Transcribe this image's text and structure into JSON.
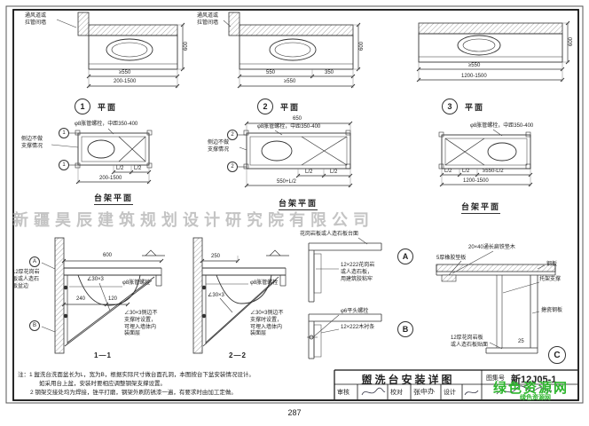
{
  "colors": {
    "line": "#333333",
    "watermark_gray": "#aaaaaa",
    "watermark_green": "#2db52d"
  },
  "page": {
    "number": "287"
  },
  "watermarks": {
    "center": "新疆昊辰建筑规划设计研究院有限公司",
    "green_main": "绿色资源网",
    "green_sub": "绿色资源网"
  },
  "plans": {
    "p1": {
      "wall_label": "通风道或\n拉管间墙",
      "dim_depth": "600",
      "dim_min": "≥550",
      "dim_range": "200-1500",
      "num": "1",
      "title": "平面"
    },
    "p2": {
      "wall_label": "通风道或\n拉管间墙",
      "dim_depth": "600",
      "dim_a": "550",
      "dim_b": "350",
      "dim_min": "≥550",
      "num": "2",
      "title": "平面"
    },
    "p3": {
      "dim_depth": "600",
      "dim_min": "≥550",
      "dim_range": "1200-1500",
      "num": "3",
      "title": "平面"
    }
  },
  "frames": {
    "f1": {
      "bolt": "φ8胀管螺栓，中距350-400",
      "side": "侧边不做\n支撑情况",
      "l2a": "L/2",
      "l2b": "L/2",
      "range": "200-1500",
      "title": "台架平面",
      "cut": "1"
    },
    "f2": {
      "dim_top": "650",
      "bolt": "φ8胀管螺栓，中距350-400",
      "side": "侧边不做\n支撑情况",
      "l2a": "L/2",
      "l2b": "L/2",
      "range": "550+L/2",
      "title": "台架平面",
      "cut": "2"
    },
    "f3": {
      "bolt": "φ8胀管螺栓，中距350-400",
      "l2a": "L/2",
      "l2b": "L/2",
      "rest": "≥550-L/2",
      "range": "1200-1500",
      "title": "台架平面"
    }
  },
  "sections": {
    "s11": {
      "dim_top": "600",
      "left_note": "12厚花岗岩\n板或人造石\n板盆边",
      "angle": "∠30×3",
      "bolt": "φ8胀管螺栓",
      "d240": "240",
      "d120": "120",
      "note": "∠30×3侧边不\n支撑时设置，\n可埋入墙体内\n装面层",
      "title": "1—1",
      "call_a": "A",
      "call_b": "B"
    },
    "s22": {
      "dim_top": "250",
      "bolt": "φ8胀管螺栓",
      "angle": "∠30×3",
      "note": "∠30×3侧边不\n支撑时设置，\n可埋入墙体内\n装面层",
      "title": "2—2"
    }
  },
  "details": {
    "a": {
      "top": "花岗岩板或人造石板台面",
      "glue": "12×222花岗岩\n或人造石板，\n用建筑胶粘牢",
      "mark": "A"
    },
    "b": {
      "bolt": "φ6平头螺栓",
      "batten": "12×222木衬条",
      "mark": "B"
    },
    "c": {
      "top": "20×40通长扁铁垫木",
      "pad": "5厚橡胶垫板",
      "plate": "钢板",
      "bracket": "托架支撑",
      "enamel": "搪瓷钢板",
      "stone": "12厚花岗岩板\n或人造石板贴面",
      "d25": "25",
      "mark": "C"
    }
  },
  "notes": {
    "l1": "注：1  盥洗台洗面盆长为L，宽为B，根据实际尺寸做台面孔洞，本图按台下盆安装情况设计。",
    "l2": "如采用台上盆，安装时要相应调整钢架支撑设置。",
    "l3": "2  钢架交接处均为焊接，锉平打磨，钢架外刷防锈漆一遍，有要求时由加工定做。"
  },
  "titleblock": {
    "title": "盥洗台安装详图",
    "code_label": "图集号",
    "code": "新12J05-1",
    "shenhe": "审核",
    "jiaodui": "校对",
    "sheji": "设计",
    "sig_jiaodui": "张中办"
  }
}
